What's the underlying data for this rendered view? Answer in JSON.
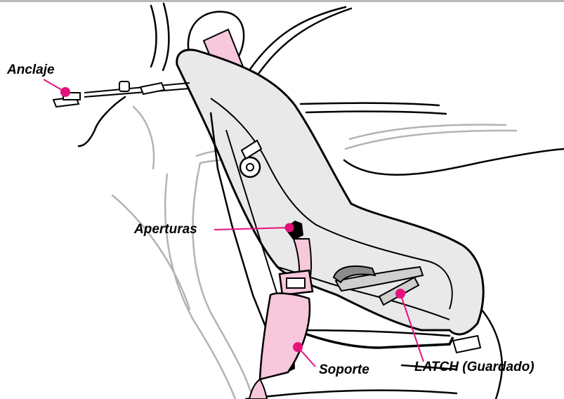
{
  "labels": {
    "anchor": "Anclaje",
    "openings": "Aperturas",
    "base": "Soporte",
    "latch": "LATCH (Guardado)"
  },
  "colors": {
    "callout": "#e5127d",
    "strap": "#f7c7dc",
    "seat_shell": "#e9e9e9",
    "vehicle_lines": "#b3b3b3",
    "outline": "#000000"
  }
}
